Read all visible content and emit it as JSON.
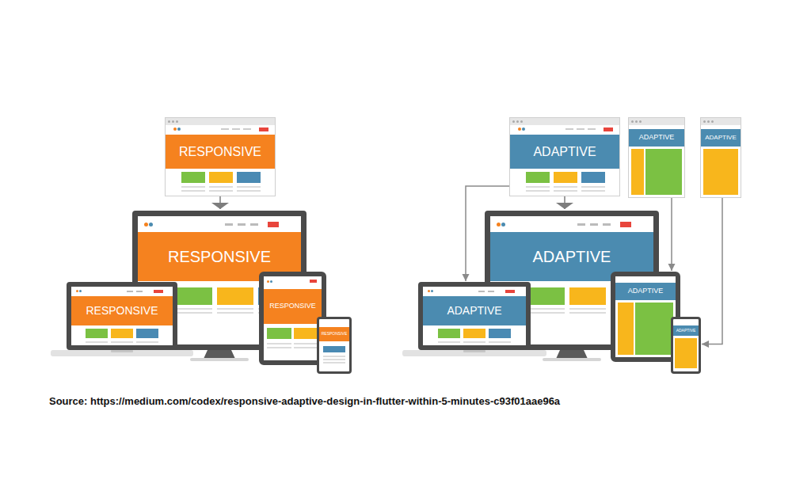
{
  "diagram": {
    "caption": "Source: https://medium.com/codex/responsive-adaptive-design-in-flutter-within-5-minutes-c93f01aae96a",
    "nodes": [
      {
        "text": [
          "RESPONSIVE"
        ]
      },
      {
        "text": [
          "RESPONSIVE"
        ]
      },
      {
        "text": [
          "RESPONSIVE"
        ]
      },
      {
        "text": [
          "RESPONSIVE"
        ]
      },
      {
        "text": [
          "RESPONSIVE"
        ]
      },
      {
        "text": [
          "ADAPTIVE"
        ]
      },
      {
        "text": [
          "ADAPTIVE"
        ]
      },
      {
        "text": [
          "ADAPTIVE"
        ]
      },
      {
        "text": [
          "ADAPTIVE"
        ]
      },
      {
        "text": [
          "ADAPTIVE"
        ]
      },
      {
        "text": [
          "ADAPTIVE"
        ]
      },
      {
        "text": [
          "ADAPTIVE"
        ]
      }
    ],
    "edges": [
      {
        "from": 0,
        "to": 1,
        "arrow": "to"
      },
      {
        "from": 5,
        "to": 8,
        "arrow": "to"
      },
      {
        "from": 5,
        "to": 9,
        "arrow": "to"
      },
      {
        "from": 6,
        "to": 10,
        "arrow": "to"
      },
      {
        "from": 7,
        "to": 11,
        "arrow": "to"
      }
    ]
  }
}
